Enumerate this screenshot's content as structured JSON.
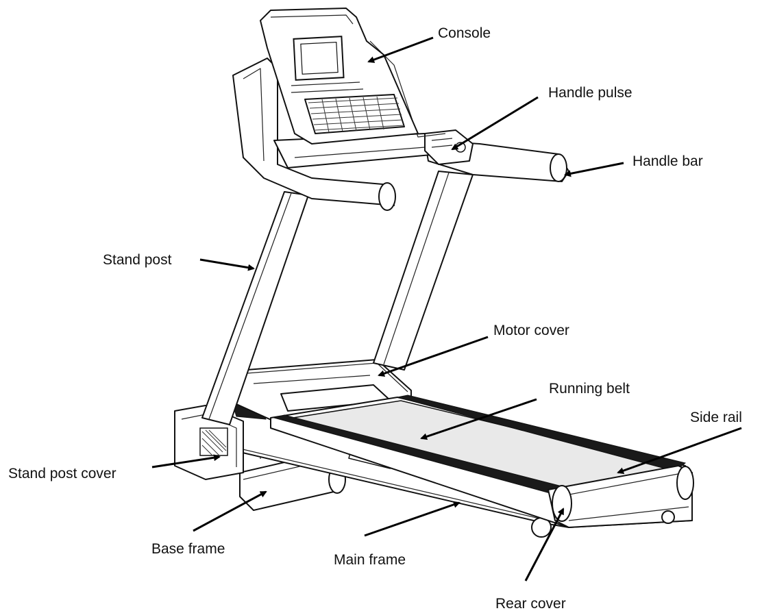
{
  "diagram": {
    "subject": "treadmill",
    "labels": {
      "console": "Console",
      "handle_pulse": "Handle pulse",
      "handle_bar": "Handle bar",
      "stand_post": "Stand post",
      "motor_cover": "Motor cover",
      "running_belt": "Running belt",
      "side_rail": "Side rail",
      "stand_post_cover": "Stand post cover",
      "base_frame": "Base frame",
      "main_frame": "Main frame",
      "rear_cover": "Rear cover"
    },
    "colors": {
      "line": "#111111",
      "background": "#ffffff",
      "belt": "#e9e9e9",
      "rail": "#1a1a1a"
    }
  }
}
